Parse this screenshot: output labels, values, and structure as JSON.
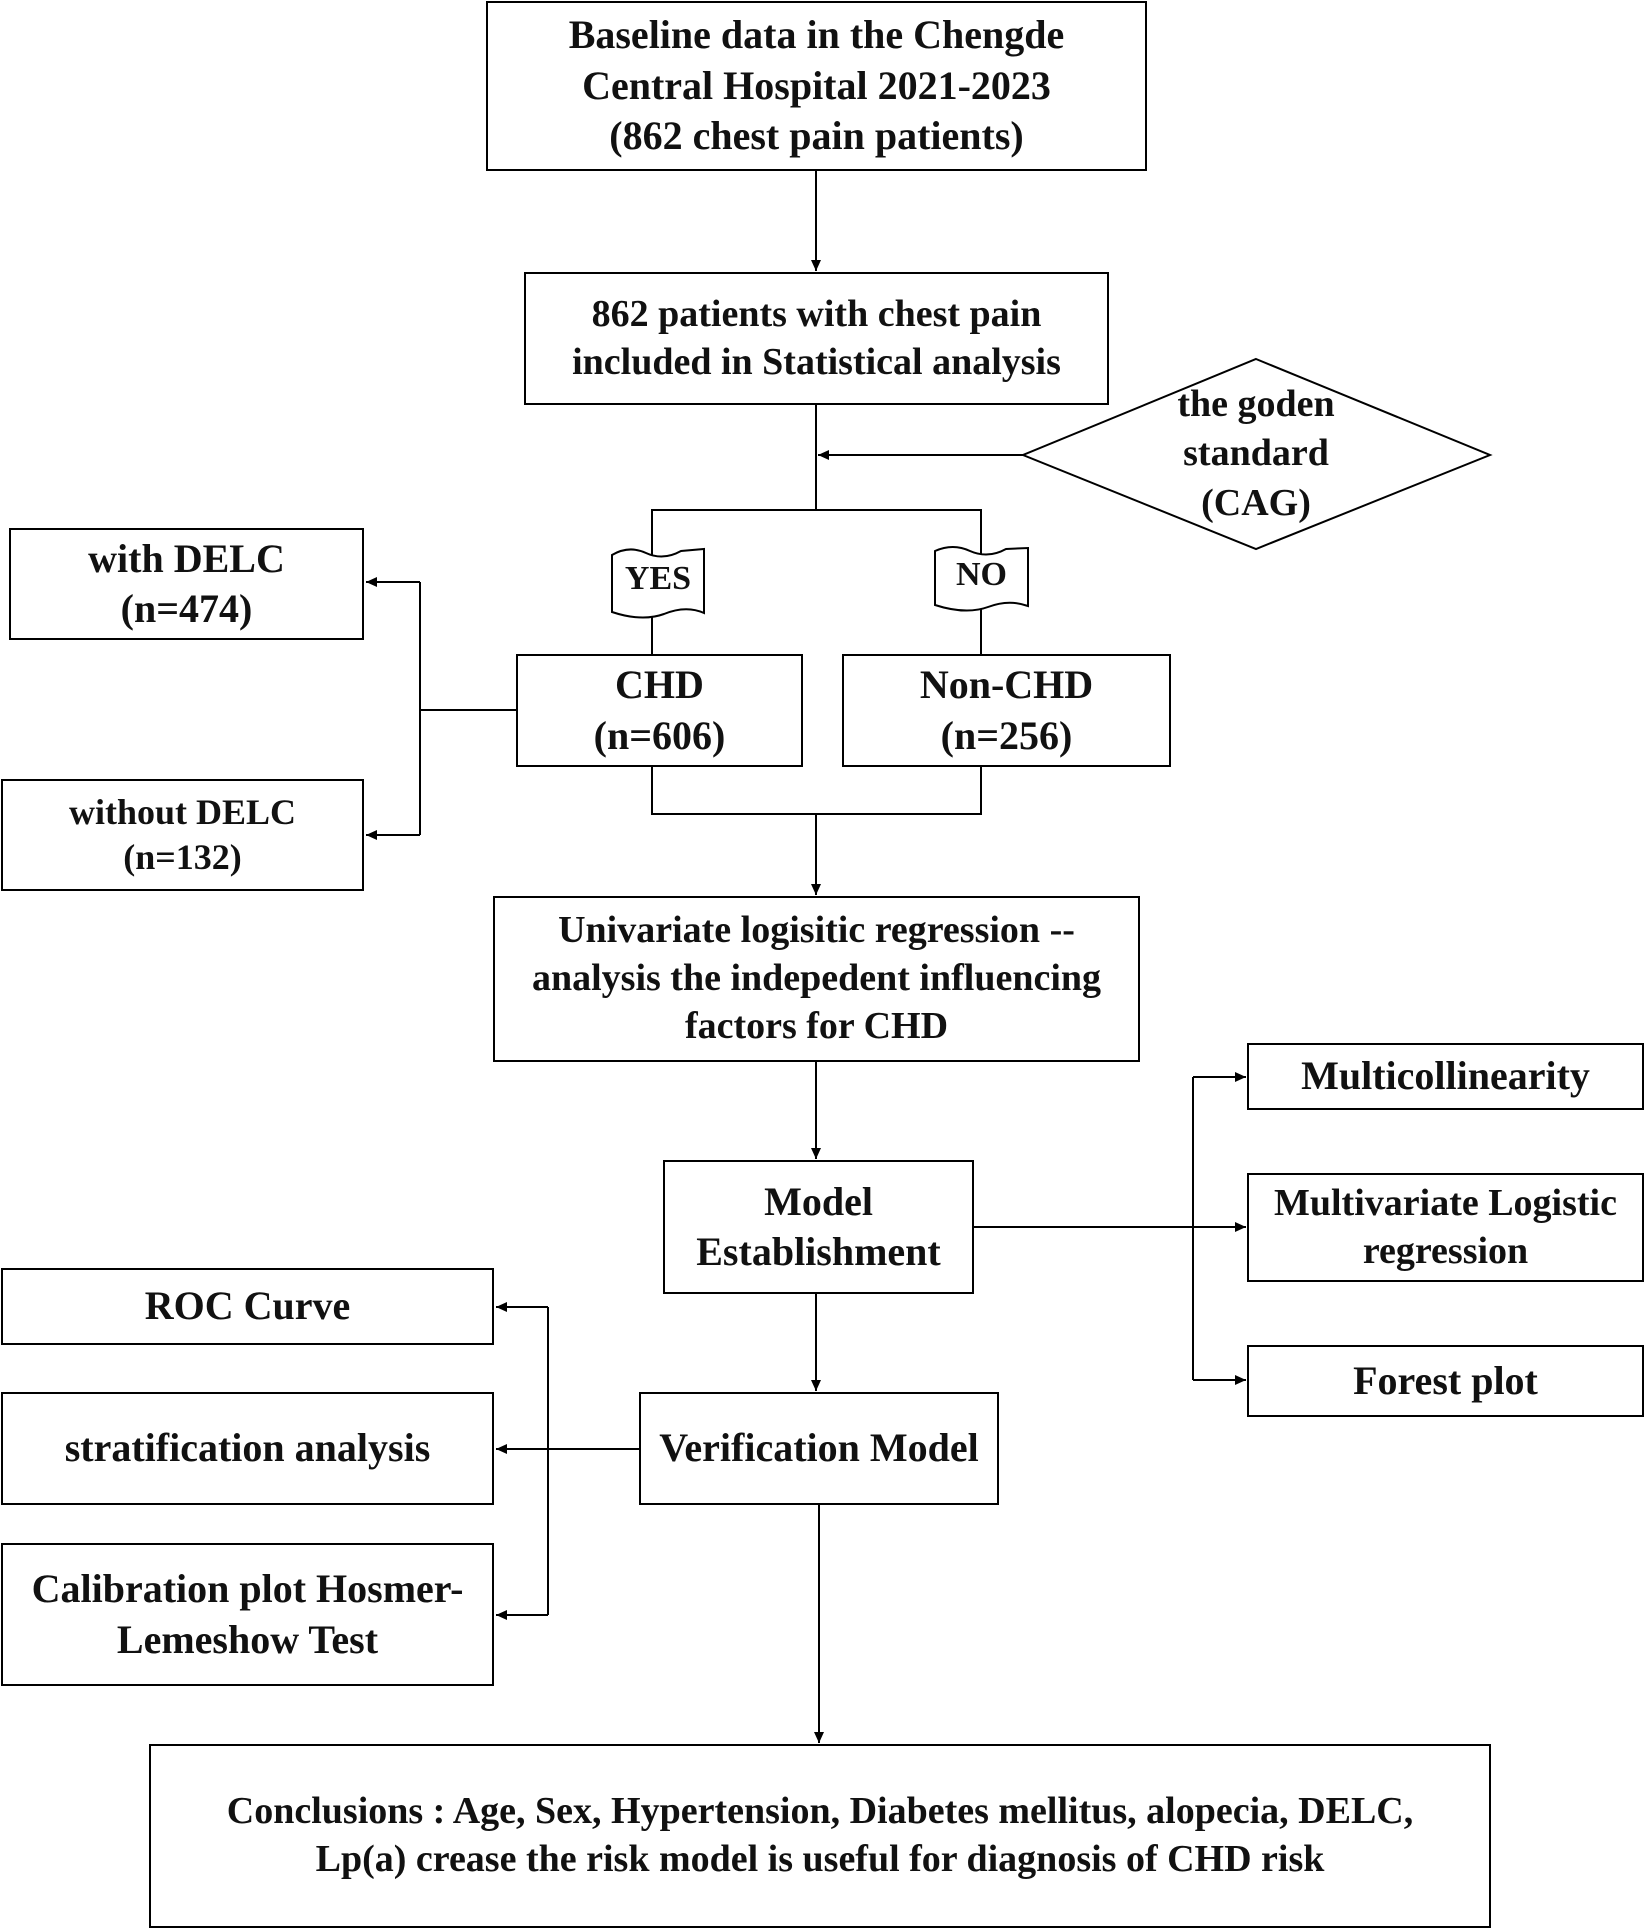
{
  "nodes": {
    "baseline": [
      "Baseline data in the Chengde",
      "Central Hospital 2021-2023",
      "(862 chest pain patients)"
    ],
    "included": [
      "862 patients with chest pain",
      "included in Statistical analysis"
    ],
    "gold_standard": [
      "the goden",
      "standard",
      "(CAG)"
    ],
    "yes_label": "YES",
    "no_label": "NO",
    "chd": [
      "CHD",
      "(n=606)"
    ],
    "non_chd": [
      "Non-CHD",
      "(n=256)"
    ],
    "with_delc": [
      "with DELC",
      "(n=474)"
    ],
    "without_delc": [
      "without DELC",
      "(n=132)"
    ],
    "univariate": [
      "Univariate logisitic regression --",
      "analysis the indepedent influencing",
      "factors for CHD"
    ],
    "model_establishment": [
      "Model",
      "Establishment"
    ],
    "multicollinearity": [
      "Multicollinearity"
    ],
    "multivariate": [
      "Multivariate Logistic",
      "regression"
    ],
    "forest_plot": [
      "Forest plot"
    ],
    "verification": [
      "Verification Model"
    ],
    "roc": [
      "ROC Curve"
    ],
    "stratification": [
      "stratification analysis"
    ],
    "calibration": [
      "Calibration plot Hosmer-",
      "Lemeshow Test"
    ],
    "conclusions": [
      "Conclusions : Age, Sex, Hypertension, Diabetes mellitus, alopecia, DELC,",
      "Lp(a) crease the risk model is useful for diagnosis of CHD risk"
    ]
  },
  "colors": {
    "line": "#000000",
    "text": "#111111",
    "background": "#ffffff"
  }
}
